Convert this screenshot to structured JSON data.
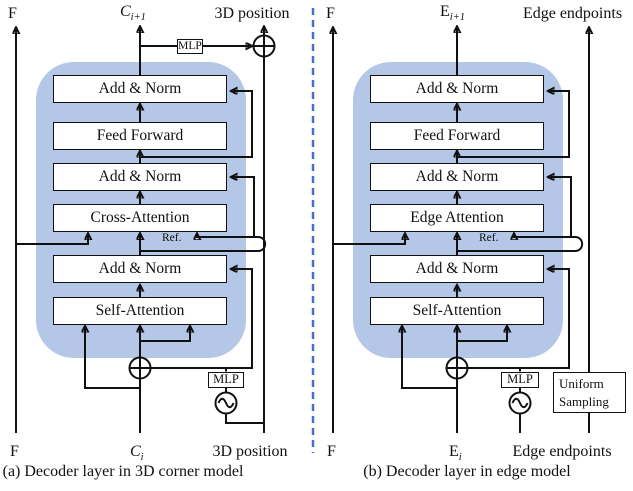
{
  "figure": {
    "panel_fill": "#b4c7e7",
    "divider_color": "#4472c4",
    "line_color": "#111111"
  },
  "panels": [
    {
      "caption": "(a) Decoder layer in 3D corner model",
      "top": {
        "f": "F",
        "out_base": "C",
        "out_sub": "i+1",
        "pos": "3D position",
        "mlp": "MLP"
      },
      "bottom": {
        "f": "F",
        "in_base": "C",
        "in_sub": "i",
        "pos": "3D position",
        "mlp": "MLP"
      },
      "blocks": [
        "Add & Norm",
        "Feed Forward",
        "Add & Norm",
        "Cross-Attention",
        "Add & Norm",
        "Self-Attention"
      ],
      "ref_label": "Ref."
    },
    {
      "caption": "(b) Decoder layer in edge model",
      "top": {
        "f": "F",
        "out_base": "E",
        "out_sub": "i+1",
        "pos": "Edge endpoints"
      },
      "bottom": {
        "f": "F",
        "in_base": "E",
        "in_sub": "i",
        "pos": "Edge endpoints",
        "mlp": "MLP"
      },
      "blocks": [
        "Add & Norm",
        "Feed Forward",
        "Add & Norm",
        "Edge Attention",
        "Add & Norm",
        "Self-Attention"
      ],
      "ref_label": "Ref.",
      "uniform_sampling": {
        "line1": "Uniform",
        "line2": "Sampling"
      }
    }
  ]
}
